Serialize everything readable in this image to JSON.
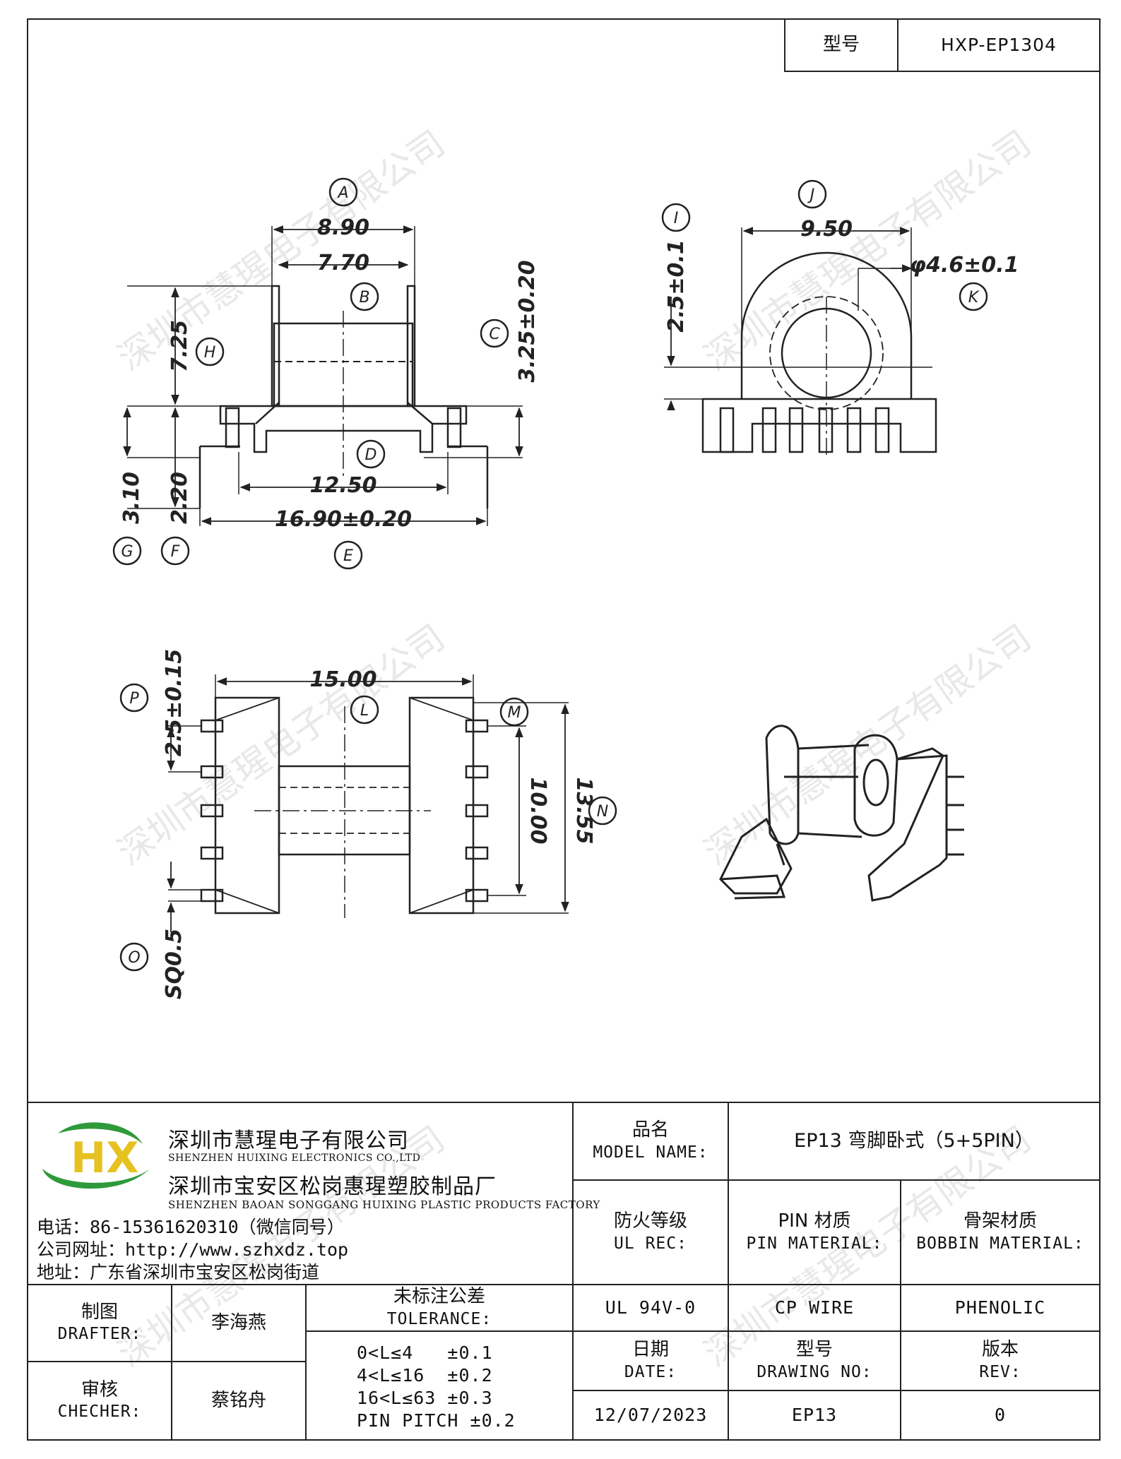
{
  "header": {
    "model_label": "型号",
    "model_value": "HXP-EP1304"
  },
  "watermark": "深圳市慧瑆电子有限公司",
  "drawing": {
    "front_view": {
      "A_label": "A",
      "A_dim": "8.90",
      "B_label": "B",
      "B_dim": "7.70",
      "C_label": "C",
      "C_dim": "3.25±0.20",
      "H_label": "H",
      "H_dim": "7.25",
      "D_label": "D",
      "D_dim": "12.50",
      "E_label": "E",
      "E_dim": "16.90±0.20",
      "G_label": "G",
      "G_dim": "3.10",
      "F_label": "F",
      "F_dim": "2.20"
    },
    "side_view": {
      "I_label": "I",
      "I_dim": "2.5±0.1",
      "J_label": "J",
      "J_dim": "9.50",
      "K_label": "K",
      "K_dim": "φ4.6±0.1"
    },
    "top_view": {
      "P_label": "P",
      "P_dim": "2.5±0.15",
      "L_label": "L",
      "L_dim": "15.00",
      "M_label": "M",
      "M_dim": "10.00",
      "N_label": "N",
      "N_dim": "13.55",
      "O_label": "O",
      "O_dim": "SQ0.5"
    }
  },
  "company": {
    "name_cn": "深圳市慧瑆电子有限公司",
    "name_en": "SHENZHEN HUIXING ELECTRONICS CO.,LTD",
    "factory_cn": "深圳市宝安区松岗惠瑆塑胶制品厂",
    "factory_en": "SHENZHEN BAOAN SONGGANG HUIXING PLASTIC PRODUCTS FACTORY",
    "phone_label": "电话：",
    "phone_value": "86-15361620310（微信同号）",
    "web_label": "公司网址：",
    "web_value": "http://www.szhxdz.top",
    "address_label": "地址：",
    "address_value": "广东省深圳市宝安区松岗街道",
    "logo_text": "HX",
    "colors": {
      "logo_green": "#2e9a3a",
      "logo_yellow": "#e6c220"
    }
  },
  "title_block": {
    "model_name_cn": "品名",
    "model_name_en": "MODEL NAME:",
    "model_name_value": "EP13 弯脚卧式（5+5PIN）",
    "ul_rec_cn": "防火等级",
    "ul_rec_en": "UL REC:",
    "pin_material_cn": "PIN 材质",
    "pin_material_en": "PIN MATERIAL:",
    "bobbin_material_cn": "骨架材质",
    "bobbin_material_en": "BOBBIN MATERIAL:",
    "ul_rec_value": "UL 94V-0",
    "pin_material_value": "CP WIRE",
    "bobbin_material_value": "PHENOLIC",
    "drafter_cn": "制图",
    "drafter_en": "DRAFTER:",
    "drafter_value": "李海燕",
    "checker_cn": "审核",
    "checker_en": "CHECHER:",
    "checker_value": "蔡铭舟",
    "tolerance_cn": "未标注公差",
    "tolerance_en": "TOLERANCE:",
    "tolerance_lines": [
      "0<L≤4   ±0.1",
      "4<L≤16  ±0.2",
      "16<L≤63 ±0.3",
      "PIN PITCH ±0.2"
    ],
    "date_cn": "日期",
    "date_en": "DATE:",
    "date_value": "12/07/2023",
    "drawing_no_cn": "型号",
    "drawing_no_en": "DRAWING NO:",
    "drawing_no_value": "EP13",
    "rev_cn": "版本",
    "rev_en": "REV:",
    "rev_value": "0"
  }
}
